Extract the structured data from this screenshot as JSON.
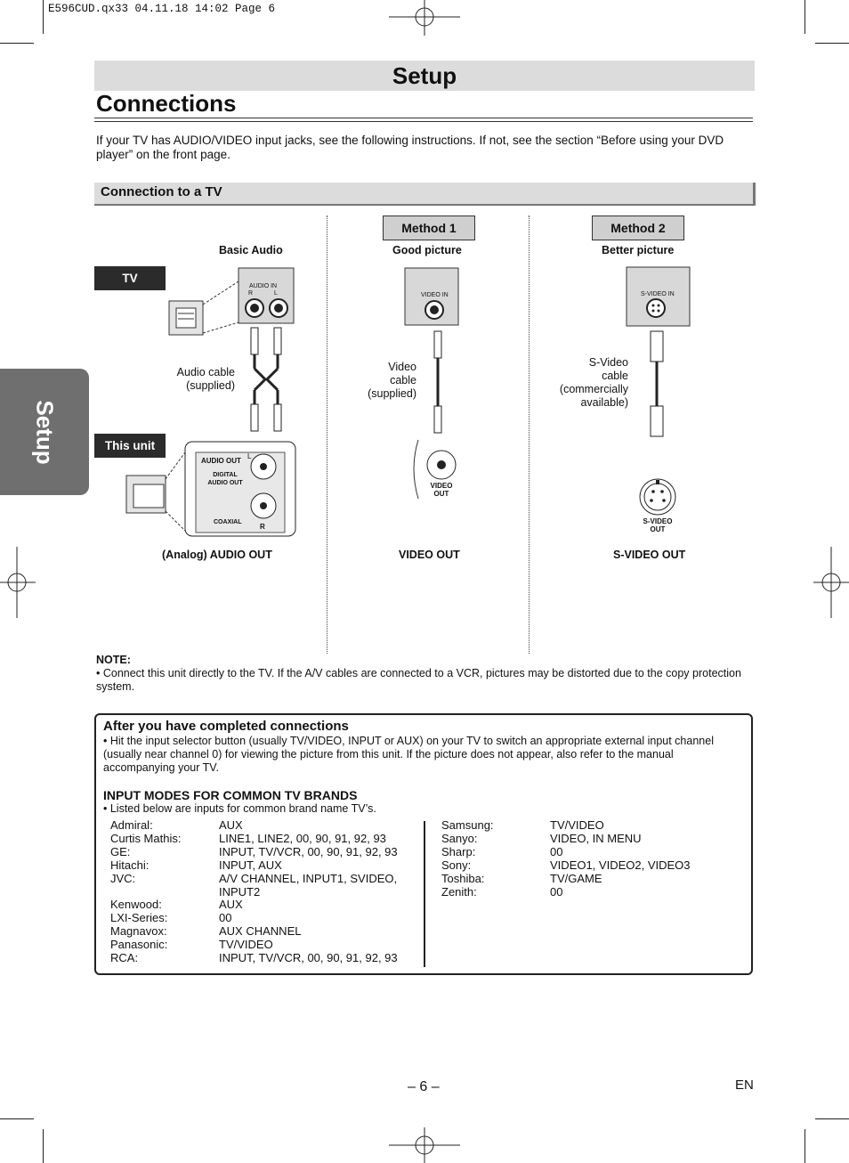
{
  "file_header": "E596CUD.qx33   04.11.18 14:02   Page 6",
  "header": {
    "title": "Setup",
    "side_tab": "Setup"
  },
  "section": {
    "title": "Connections",
    "intro": "If your TV has AUDIO/VIDEO input jacks, see the following instructions. If not, see the section “Before using your DVD player” on the front page."
  },
  "connection": {
    "title": "Connection to a TV",
    "basic_audio": "Basic Audio",
    "method1": {
      "label": "Method 1",
      "quality": "Good picture",
      "output": "VIDEO OUT"
    },
    "method2": {
      "label": "Method 2",
      "quality": "Better picture",
      "output": "S-VIDEO OUT"
    },
    "tv_label": "TV",
    "unit_label": "This unit",
    "audio_cable": "Audio cable\n(supplied)",
    "video_cable": "Video\ncable\n(supplied)",
    "svideo_cable": "S-Video\ncable\n(commercially\navailable)",
    "analog_audio_out": "(Analog) AUDIO OUT",
    "jacks": {
      "audio_in": "AUDIO IN",
      "r": "R",
      "l": "L",
      "video_in": "VIDEO IN",
      "svideo_in": "S-VIDEO IN",
      "audio_out": "AUDIO OUT",
      "digital_audio_out": "DIGITAL\nAUDIO OUT",
      "coaxial": "COAXIAL",
      "video_out": "VIDEO\nOUT",
      "svideo_out": "S-VIDEO\nOUT"
    }
  },
  "note": {
    "heading": "NOTE:",
    "text": "• Connect this unit directly to the TV. If the A/V cables are connected to a VCR, pictures may be distorted due to the copy protection system."
  },
  "after": {
    "heading": "After you have completed connections",
    "text": "• Hit the input selector button (usually TV/VIDEO, INPUT or AUX) on your TV to switch an appropriate external input channel (usually near channel 0) for viewing the picture from this unit. If the picture does not appear, also refer to the manual accompanying your TV.",
    "modes_heading": "INPUT MODES FOR COMMON TV BRANDS",
    "modes_text": "• Listed below are inputs for common brand name TV’s.",
    "brands_left": [
      {
        "brand": "Admiral:",
        "input": "AUX"
      },
      {
        "brand": "Curtis Mathis:",
        "input": "LINE1, LINE2, 00, 90, 91, 92, 93"
      },
      {
        "brand": "GE:",
        "input": "INPUT, TV/VCR, 00, 90, 91, 92, 93"
      },
      {
        "brand": "Hitachi:",
        "input": "INPUT, AUX"
      },
      {
        "brand": "JVC:",
        "input": "A/V CHANNEL, INPUT1, SVIDEO,"
      },
      {
        "brand": "",
        "input": "INPUT2"
      },
      {
        "brand": "Kenwood:",
        "input": "AUX"
      },
      {
        "brand": "LXI-Series:",
        "input": "00"
      },
      {
        "brand": "Magnavox:",
        "input": "AUX CHANNEL"
      },
      {
        "brand": "Panasonic:",
        "input": "TV/VIDEO"
      },
      {
        "brand": "RCA:",
        "input": "INPUT, TV/VCR, 00, 90, 91, 92, 93"
      }
    ],
    "brands_right": [
      {
        "brand": "Samsung:",
        "input": "TV/VIDEO"
      },
      {
        "brand": "Sanyo:",
        "input": "VIDEO, IN MENU"
      },
      {
        "brand": "Sharp:",
        "input": "00"
      },
      {
        "brand": "Sony:",
        "input": "VIDEO1, VIDEO2, VIDEO3"
      },
      {
        "brand": "Toshiba:",
        "input": "TV/GAME"
      },
      {
        "brand": "Zenith:",
        "input": "00"
      }
    ]
  },
  "footer": {
    "page": "– 6 –",
    "lang": "EN"
  }
}
